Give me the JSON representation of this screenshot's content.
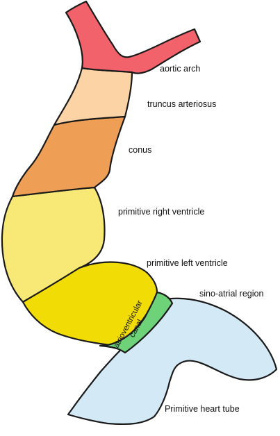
{
  "labels": {
    "aortic_arch": "aortic arch",
    "truncus_arteriosus": "truncus arteriosus",
    "conus": "conus",
    "primitive_right_ventricle": "primitive right ventricle",
    "primitive_left_ventricle": "primitive left ventricle",
    "sino_atrial_region": "sino-atrial region",
    "atrioventricular_canal_line1": "atrioventricular",
    "atrioventricular_canal_line2": "canal",
    "primitive_heart_tube": "Primitive heart tube"
  },
  "colors": {
    "aortic_arch": "#f2626a",
    "truncus_arteriosus": "#fcd3a4",
    "conus": "#ee9e55",
    "primitive_right_ventricle": "#f8e977",
    "primitive_left_ventricle": "#f1dc05",
    "atrioventricular_canal": "#6ed279",
    "sino_atrial_region": "#d3e9f6",
    "outline": "#1a1a1a"
  }
}
